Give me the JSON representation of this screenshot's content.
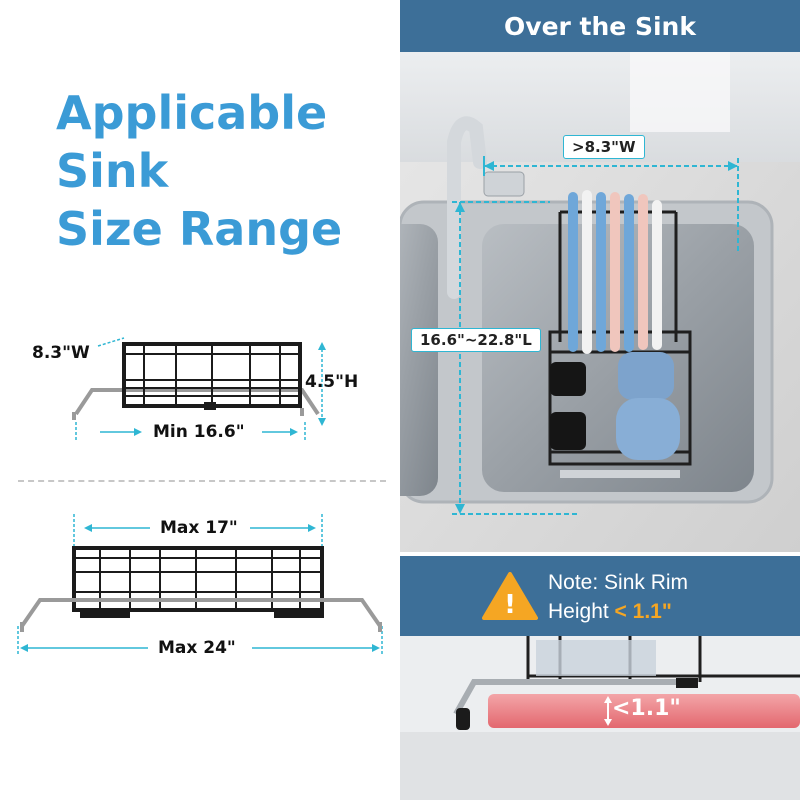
{
  "headline": {
    "line1": "Applicable",
    "line2": "Sink",
    "line3": "Size Range"
  },
  "min_rack": {
    "width_label": "8.3\"W",
    "height_label": "4.5\"H",
    "length_label": "Min 16.6\""
  },
  "max_rack": {
    "top_label": "Max 17\"",
    "bottom_label": "Max 24\""
  },
  "over_sink": {
    "title": "Over the Sink",
    "width_label": ">8.3\"W",
    "length_label": "16.6\"~22.8\"L"
  },
  "note": {
    "line1": "Note: Sink Rim",
    "line2_prefix": "Height ",
    "line2_value": "< 1.1\"",
    "warning_icon_text": "!"
  },
  "rim": {
    "label": "<1.1\""
  },
  "colors": {
    "accent_blue": "#3b9bd6",
    "banner_blue": "#3d6f98",
    "dimension_cyan": "#2fb6d3",
    "warning_orange": "#f5a623"
  }
}
